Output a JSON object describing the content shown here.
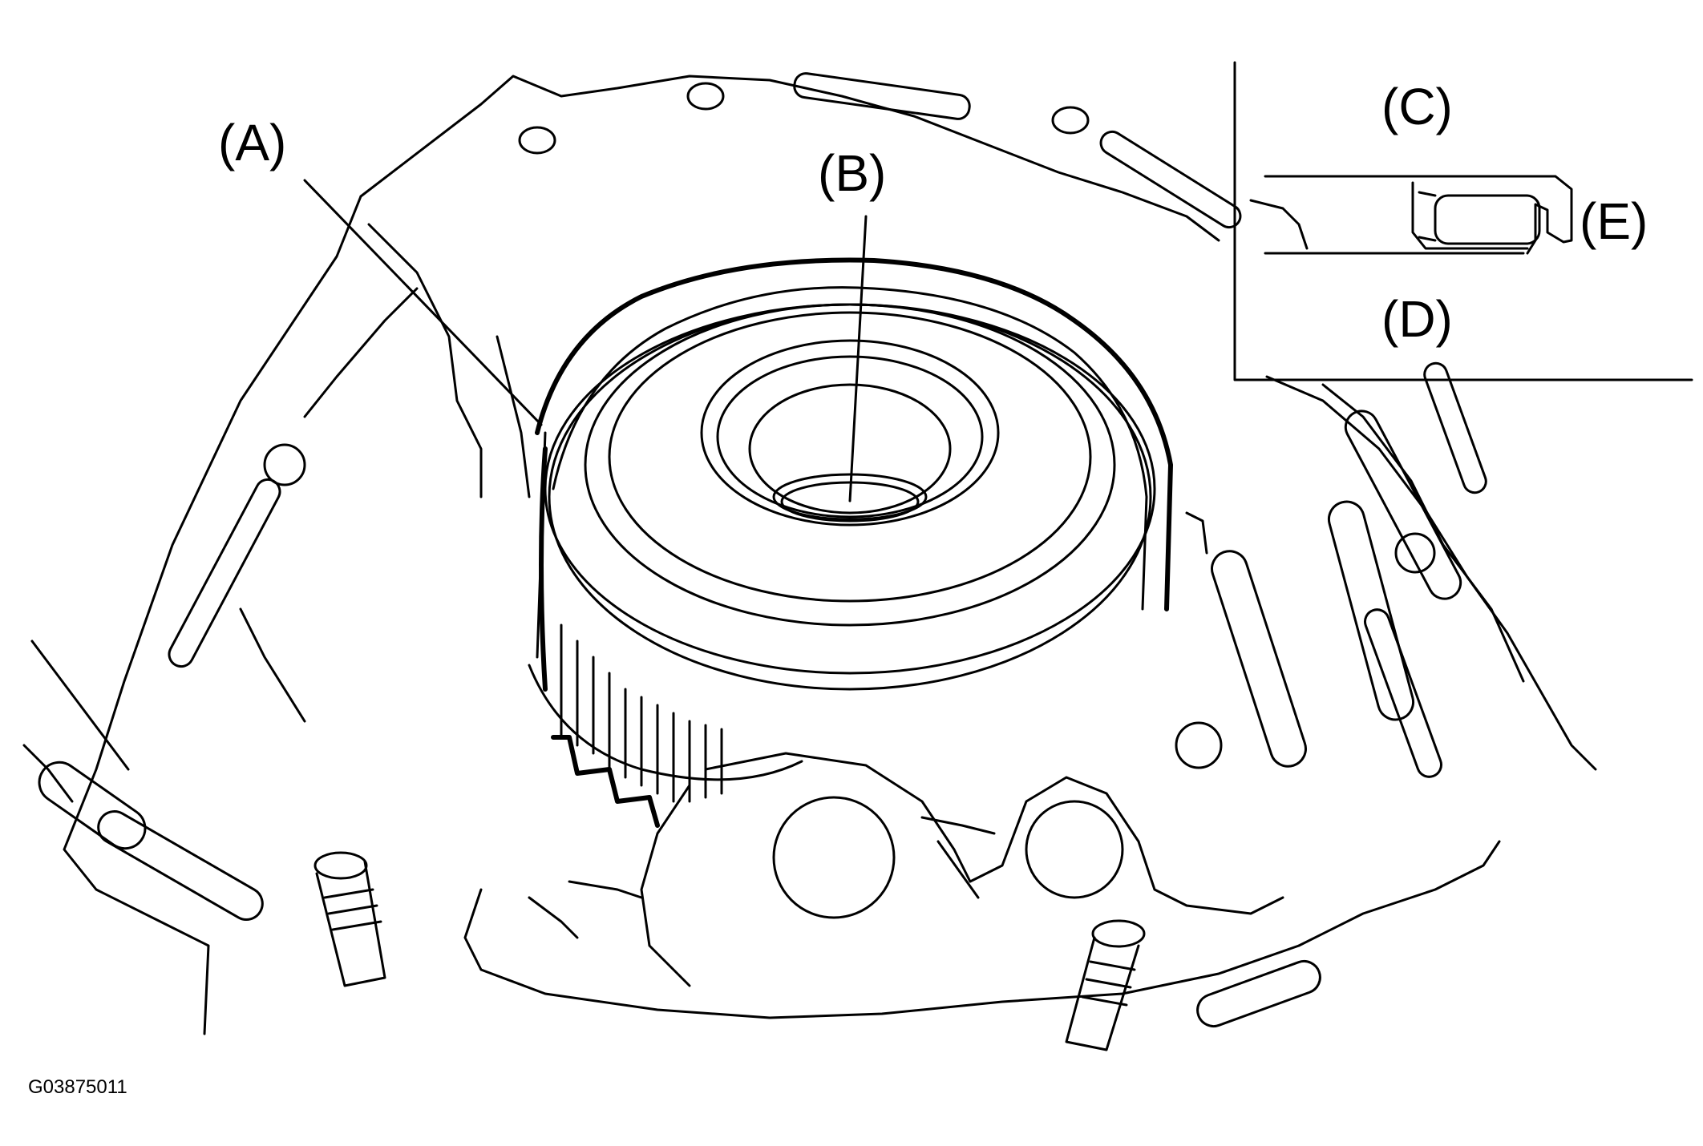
{
  "labels": {
    "a": "(A)",
    "b": "(B)",
    "c": "(C)",
    "d": "(D)",
    "e": "(E)"
  },
  "figure_id": "G03875011",
  "colors": {
    "line": "#000000",
    "background": "#ffffff"
  }
}
